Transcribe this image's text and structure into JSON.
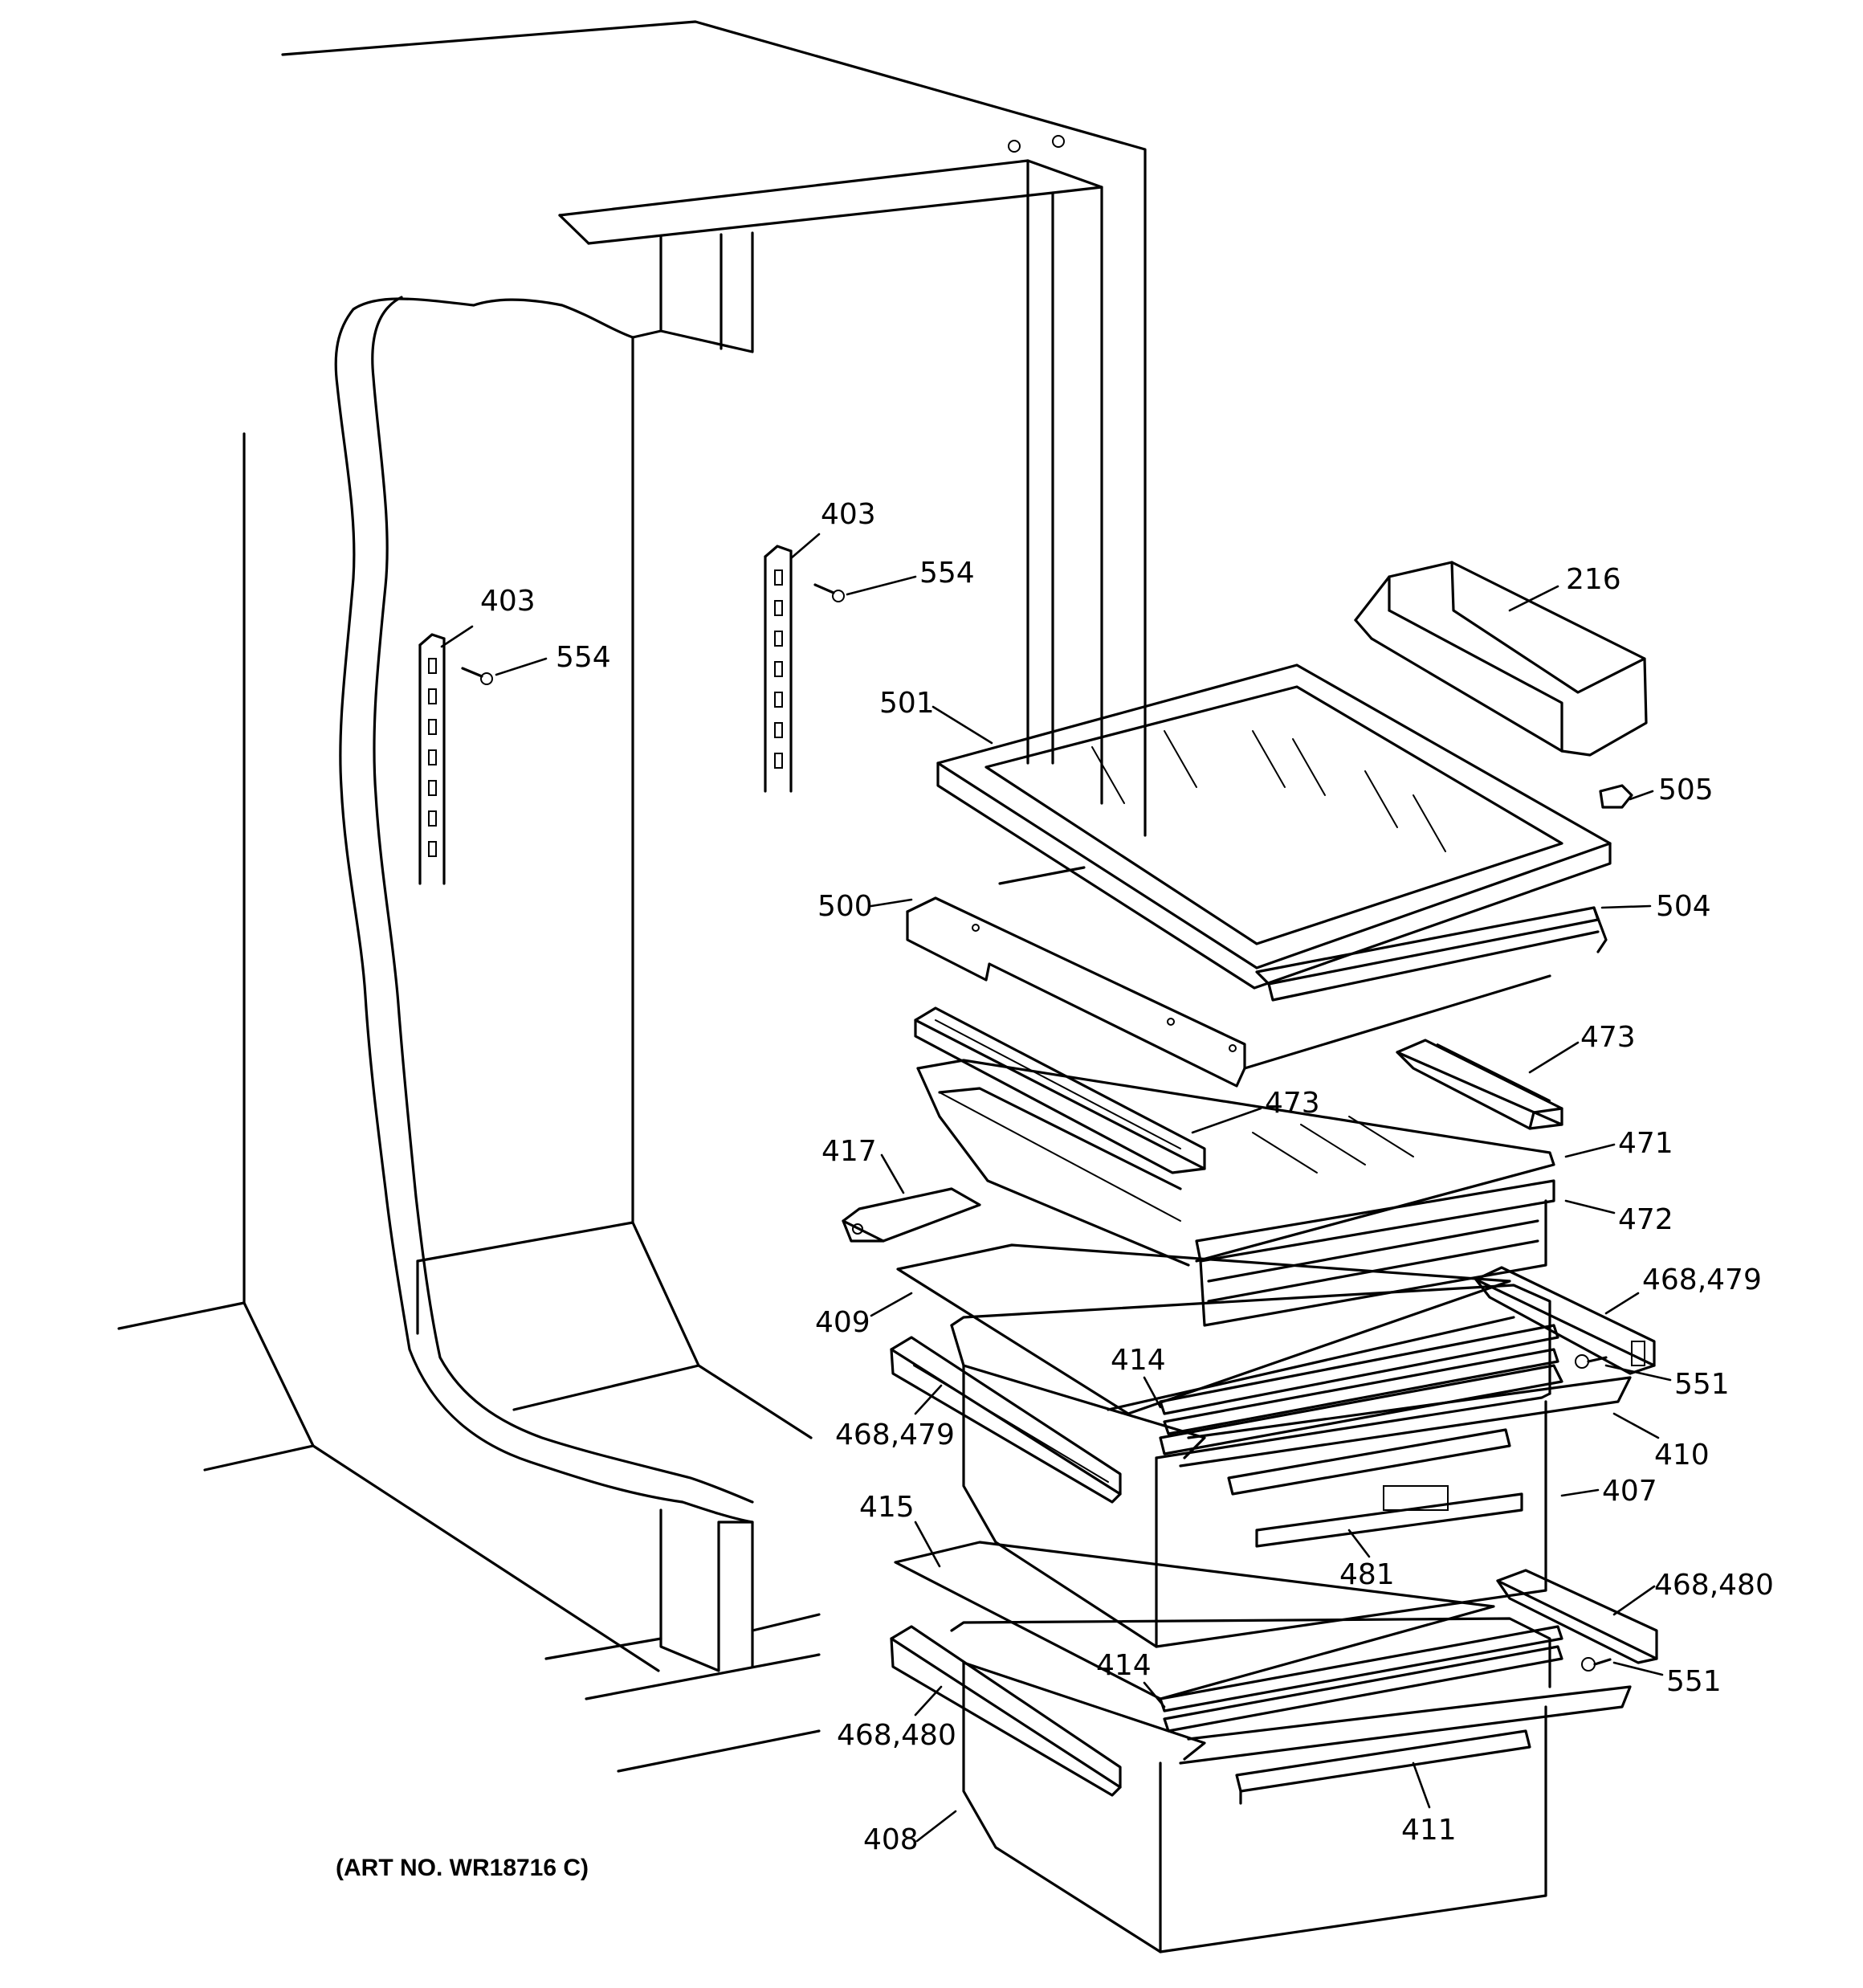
{
  "diagram": {
    "art_number": "(ART NO. WR18716 C)",
    "callouts": [
      {
        "id": "403-right",
        "text": "403"
      },
      {
        "id": "554-right",
        "text": "554"
      },
      {
        "id": "403-left",
        "text": "403"
      },
      {
        "id": "554-left",
        "text": "554"
      },
      {
        "id": "216",
        "text": "216"
      },
      {
        "id": "501",
        "text": "501"
      },
      {
        "id": "505",
        "text": "505"
      },
      {
        "id": "500",
        "text": "500"
      },
      {
        "id": "504",
        "text": "504"
      },
      {
        "id": "473-right",
        "text": "473"
      },
      {
        "id": "473-center",
        "text": "473"
      },
      {
        "id": "417",
        "text": "417"
      },
      {
        "id": "471",
        "text": "471"
      },
      {
        "id": "472",
        "text": "472"
      },
      {
        "id": "468-479-right",
        "text": "468,479"
      },
      {
        "id": "409",
        "text": "409"
      },
      {
        "id": "414-upper",
        "text": "414"
      },
      {
        "id": "551-upper",
        "text": "551"
      },
      {
        "id": "468-479-left",
        "text": "468,479"
      },
      {
        "id": "410",
        "text": "410"
      },
      {
        "id": "407",
        "text": "407"
      },
      {
        "id": "415",
        "text": "415"
      },
      {
        "id": "481",
        "text": "481"
      },
      {
        "id": "468-480-right",
        "text": "468,480"
      },
      {
        "id": "414-lower",
        "text": "414"
      },
      {
        "id": "551-lower",
        "text": "551"
      },
      {
        "id": "468-480-left",
        "text": "468,480"
      },
      {
        "id": "408",
        "text": "408"
      },
      {
        "id": "411",
        "text": "411"
      }
    ]
  }
}
